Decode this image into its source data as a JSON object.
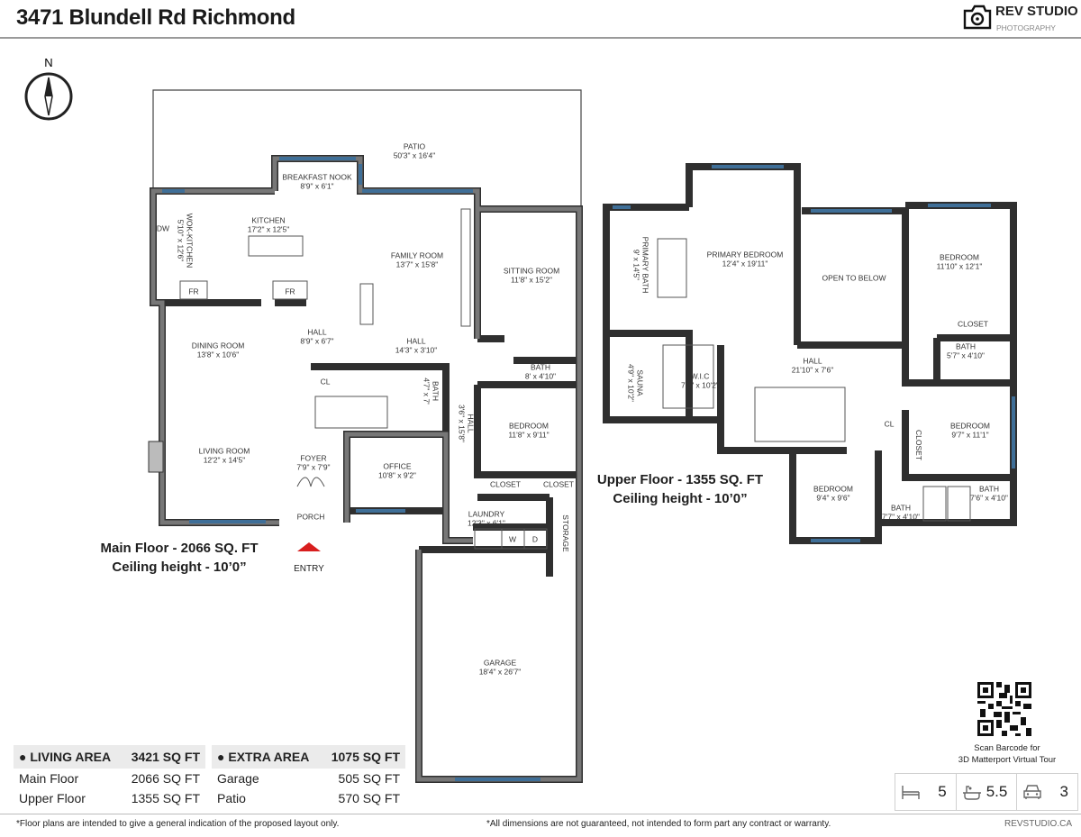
{
  "header": {
    "title": "3471 Blundell Rd Richmond",
    "logo_line1": "REV STUDIO",
    "logo_line2": "PHOTOGRAPHY"
  },
  "compass": {
    "label": "N"
  },
  "main_floor": {
    "caption_line1": "Main Floor - 2066 SQ. FT",
    "caption_line2": "Ceiling height - 10’0”",
    "entry_label": "ENTRY",
    "rooms": [
      {
        "name": "PATIO",
        "dims": "50'3\" x 16'4\""
      },
      {
        "name": "BREAKFAST NOOK",
        "dims": "8'9\" x 6'1\""
      },
      {
        "name": "KITCHEN",
        "dims": "17'2\" x 12'5\""
      },
      {
        "name": "WOK-KITCHEN",
        "dims": "5'10\" x 12'6\""
      },
      {
        "name": "FAMILY ROOM",
        "dims": "13'7\" x 15'8\""
      },
      {
        "name": "SITTING ROOM",
        "dims": "11'8\" x 15'2\""
      },
      {
        "name": "HALL",
        "dims": "8'9\" x 6'7\""
      },
      {
        "name": "HALL",
        "dims": "14'3\" x 3'10\""
      },
      {
        "name": "DINING ROOM",
        "dims": "13'8\" x 10'6\""
      },
      {
        "name": "BATH",
        "dims": "8' x 4'10\""
      },
      {
        "name": "CL",
        "dims": ""
      },
      {
        "name": "BATH",
        "dims": "4'7\" x 7'"
      },
      {
        "name": "HALL",
        "dims": "3'6\" x 15'8\""
      },
      {
        "name": "BEDROOM",
        "dims": "11'8\" x 9'11\""
      },
      {
        "name": "LIVING ROOM",
        "dims": "12'2\" x 14'5\""
      },
      {
        "name": "FOYER",
        "dims": "7'9\" x 7'9\""
      },
      {
        "name": "OFFICE",
        "dims": "10'8\" x 9'2\""
      },
      {
        "name": "CLOSET",
        "dims": ""
      },
      {
        "name": "CLOSET",
        "dims": ""
      },
      {
        "name": "LAUNDRY",
        "dims": "12'3\" x 6'1\""
      },
      {
        "name": "STORAGE",
        "dims": ""
      },
      {
        "name": "PORCH",
        "dims": ""
      },
      {
        "name": "GARAGE",
        "dims": "18'4\" x 26'7\""
      }
    ],
    "fixtures": {
      "fr1": "FR",
      "fr2": "FR",
      "dw": "DW",
      "washer": "W",
      "dryer": "D"
    }
  },
  "upper_floor": {
    "caption_line1": "Upper Floor - 1355 SQ. FT",
    "caption_line2": "Ceiling height - 10’0”",
    "rooms": [
      {
        "name": "PRIMARY BATH",
        "dims": "9' x 14'5\""
      },
      {
        "name": "PRIMARY BEDROOM",
        "dims": "12'4\" x 19'11\""
      },
      {
        "name": "OPEN TO BELOW",
        "dims": ""
      },
      {
        "name": "BEDROOM",
        "dims": "11'10\" x 12'1\""
      },
      {
        "name": "CLOSET",
        "dims": ""
      },
      {
        "name": "BATH",
        "dims": "5'7\" x 4'10\""
      },
      {
        "name": "SAUNA",
        "dims": "4'9\" x 10'2\""
      },
      {
        "name": "W.I.C",
        "dims": "7'3\" x 10'2\""
      },
      {
        "name": "HALL",
        "dims": "21'10\" x 7'6\""
      },
      {
        "name": "CL",
        "dims": ""
      },
      {
        "name": "CLOSET",
        "dims": ""
      },
      {
        "name": "BEDROOM",
        "dims": "9'7\" x 11'1\""
      },
      {
        "name": "BEDROOM",
        "dims": "9'4\" x 9'6\""
      },
      {
        "name": "BATH",
        "dims": "7'7\" x 4'10\""
      },
      {
        "name": "BATH",
        "dims": "7'6\" x 4'10\""
      }
    ]
  },
  "areas": {
    "living": {
      "label": "LIVING AREA",
      "total": "3421 SQ FT",
      "rows": [
        {
          "label": "Main Floor",
          "value": "2066 SQ FT"
        },
        {
          "label": "Upper Floor",
          "value": "1355 SQ FT"
        }
      ]
    },
    "extra": {
      "label": "EXTRA AREA",
      "total": "1075 SQ FT",
      "rows": [
        {
          "label": "Garage",
          "value": "505 SQ FT"
        },
        {
          "label": "Patio",
          "value": "570 SQ FT"
        }
      ]
    }
  },
  "qr": {
    "caption_line1": "Scan Barcode for",
    "caption_line2": "3D Matterport Virtual Tour"
  },
  "stats": {
    "bedrooms": "5",
    "bathrooms": "5.5",
    "garage": "3"
  },
  "footer": {
    "disclaimer_left": "*Floor plans are intended to give a general indication of the proposed layout only.",
    "disclaimer_center": "*All dimensions are not guaranteed, not intended to form part any contract or warranty.",
    "website": "REVSTUDIO.CA"
  },
  "colors": {
    "wall": "#6e6e6e",
    "window": "#3f6f98",
    "entry_marker": "#d81e1e",
    "area_header_bg": "#ebebeb"
  }
}
